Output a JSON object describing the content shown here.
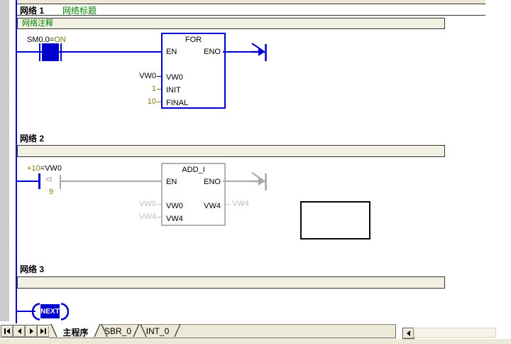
{
  "colors": {
    "rail_blue": "#0000CC",
    "inactive_gray": "#A8A8A8",
    "operand_gray": "#BDBDBD",
    "value_olive": "#7E7E00",
    "comment_green": "#008000",
    "comment_bg": "#F2F0E3",
    "chrome_bg": "#ECE9D8"
  },
  "editor": {
    "networks": [
      {
        "label": "网络 1",
        "title": "网络标题",
        "comment": "网络注释"
      },
      {
        "label": "网络 2",
        "comment": ""
      },
      {
        "label": "网络 3",
        "comment": ""
      }
    ]
  },
  "net1": {
    "contact": {
      "operand": "SM0.0=",
      "value": "ON"
    },
    "block": {
      "title": "FOR",
      "en": "EN",
      "eno": "ENO",
      "rows": [
        {
          "operand": "VW0",
          "pin": "VW0"
        },
        {
          "operand": "1",
          "pin": "INIT"
        },
        {
          "operand": "10",
          "pin": "FINAL"
        }
      ]
    }
  },
  "net2": {
    "contact": {
      "value": "+10",
      "operand": "=VW0",
      "symbol": "<I",
      "current": "9"
    },
    "block": {
      "title": "ADD_I",
      "en": "EN",
      "eno": "ENO",
      "in1": {
        "operand": "VW0",
        "pin": "VW0"
      },
      "in2": {
        "operand": "VW4",
        "pin": "VW4"
      },
      "out": {
        "pin": "VW4",
        "operand": "VW4"
      }
    }
  },
  "net3": {
    "coil": {
      "label": "NEXT"
    }
  },
  "tabbar": {
    "tabs": [
      {
        "label": "主程序"
      },
      {
        "label": "SBR_0"
      },
      {
        "label": "INT_0"
      }
    ]
  }
}
